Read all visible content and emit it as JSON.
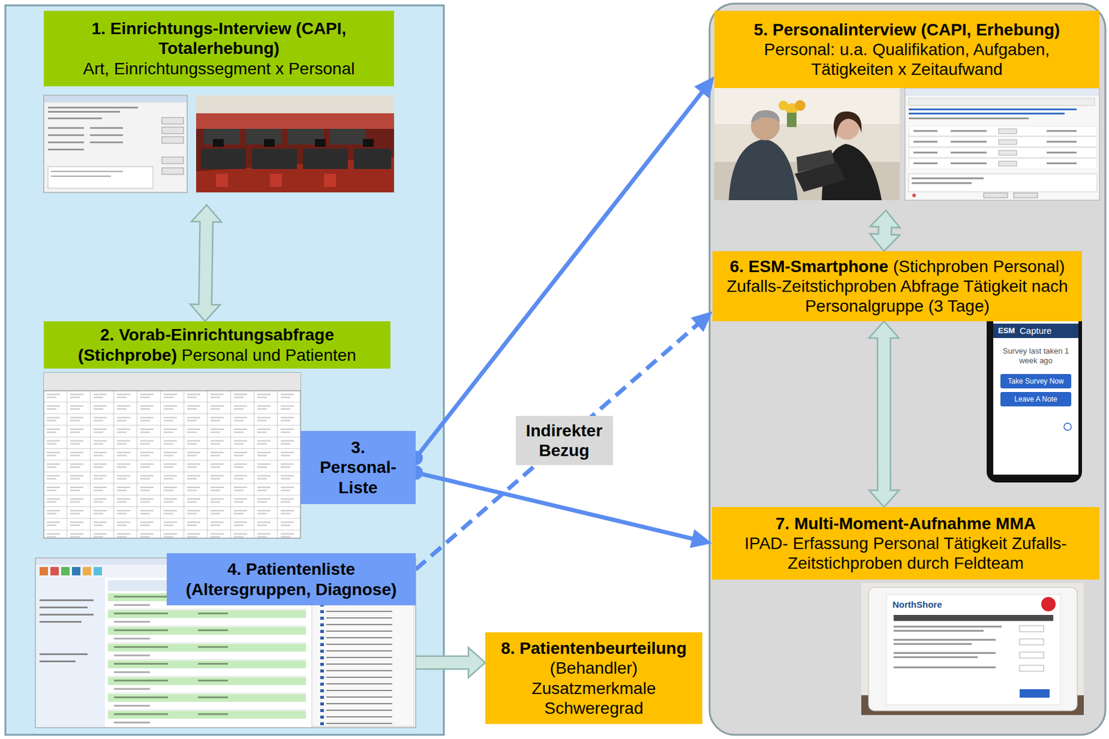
{
  "diagram": {
    "nodes": [
      {
        "text": [
          "1. Einrichtungs-Interview (CAPI, Totalerhebung)",
          "Art, Einrichtungssegment x Personal"
        ]
      },
      {
        "text": [
          "2. Vorab-Einrichtungsabfrage (Stichprobe)",
          "Personal und Patienten"
        ]
      },
      {
        "text": [
          "3. Personal-Liste"
        ]
      },
      {
        "text": [
          "4. Patientenliste (Altersgruppen, Diagnose)"
        ]
      },
      {
        "text": [
          "5. Personalinterview (CAPI, Erhebung)",
          "Personal: u.a. Qualifikation, Aufgaben, Tätigkeiten x Zeitaufwand"
        ]
      },
      {
        "text": [
          "6. ESM-Smartphone",
          "(Stichproben Personal)",
          "Zufalls-Zeitstichproben Abfrage Tätigkeit nach Personalgruppe (3 Tage)"
        ]
      },
      {
        "text": [
          "7. Multi-Moment-Aufnahme MMA",
          "IPAD- Erfassung Personal Tätigkeit Zufalls-Zeitstichproben durch Feldteam"
        ]
      },
      {
        "text": [
          "8. Patientenbeurteilung",
          "(Behandler) Zusatzmerkmale Schweregrad"
        ]
      }
    ],
    "edges": [
      {
        "from": 0,
        "to": 1,
        "arrow": "both"
      },
      {
        "from": 2,
        "to": 4,
        "arrow": "to"
      },
      {
        "from": 2,
        "to": 6,
        "arrow": "to"
      },
      {
        "from": 3,
        "to": 5,
        "arrow": "to",
        "label": "Indirekter Bezug"
      },
      {
        "from": 3,
        "to": 7,
        "arrow": "to"
      },
      {
        "from": 4,
        "to": 5,
        "arrow": "both"
      },
      {
        "from": 5,
        "to": 6,
        "arrow": "both"
      }
    ],
    "labels": [
      "ESM",
      "Capture",
      "Survey last taken 1 week ago",
      "Take Survey Now",
      "Leave A Note",
      "NorthShore"
    ]
  }
}
